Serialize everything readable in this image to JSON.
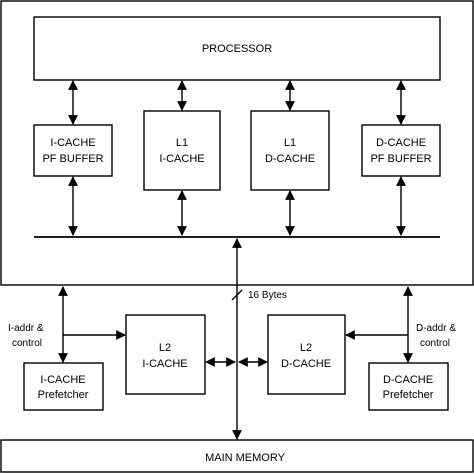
{
  "processor": {
    "label": "PROCESSOR"
  },
  "icache_pf_buffer": {
    "line1": "I-CACHE",
    "line2": "PF BUFFER"
  },
  "l1_icache": {
    "line1": "L1",
    "line2": "I-CACHE"
  },
  "l1_dcache": {
    "line1": "L1",
    "line2": "D-CACHE"
  },
  "dcache_pf_buffer": {
    "line1": "D-CACHE",
    "line2": "PF BUFFER"
  },
  "bus_width": {
    "label": "16 Bytes"
  },
  "iaddr_control": {
    "line1": "I-addr  &",
    "line2": "control"
  },
  "daddr_control": {
    "line1": "D-addr  &",
    "line2": "control"
  },
  "l2_icache": {
    "line1": "L2",
    "line2": "I-CACHE"
  },
  "l2_dcache": {
    "line1": "L2",
    "line2": "D-CACHE"
  },
  "icache_prefetcher": {
    "line1": "I-CACHE",
    "line2": "Prefetcher"
  },
  "dcache_prefetcher": {
    "line1": "D-CACHE",
    "line2": "Prefetcher"
  },
  "main_memory": {
    "label": "MAIN MEMORY"
  }
}
